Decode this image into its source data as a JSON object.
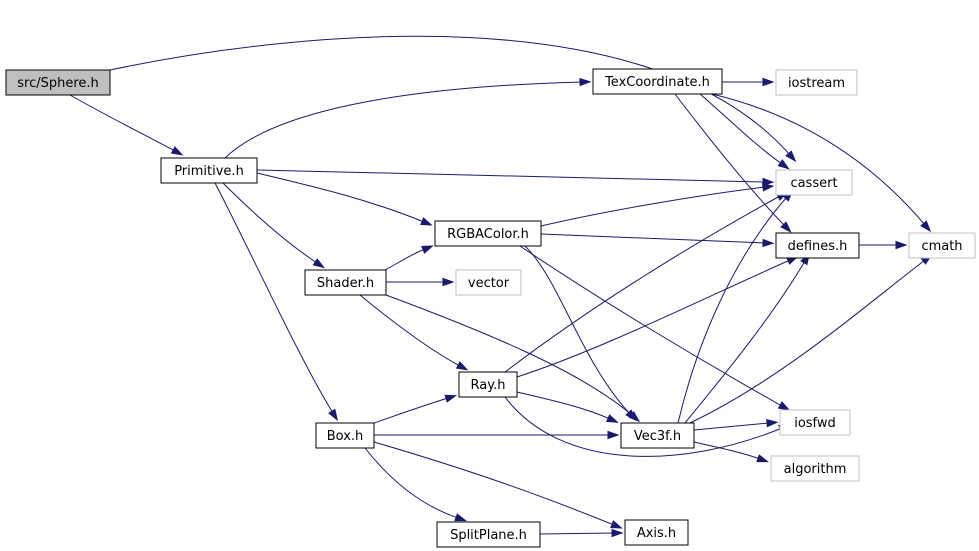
{
  "graph": {
    "nodes": {
      "sphere": {
        "label": "src/Sphere.h",
        "style": "root"
      },
      "texcoord": {
        "label": "TexCoordinate.h",
        "style": "local"
      },
      "iostream": {
        "label": "iostream",
        "style": "system"
      },
      "primitive": {
        "label": "Primitive.h",
        "style": "local"
      },
      "cassert": {
        "label": "cassert",
        "style": "system"
      },
      "rgbacolor": {
        "label": "RGBAColor.h",
        "style": "local"
      },
      "defines": {
        "label": "defines.h",
        "style": "local"
      },
      "cmath": {
        "label": "cmath",
        "style": "system"
      },
      "shader": {
        "label": "Shader.h",
        "style": "local"
      },
      "vector": {
        "label": "vector",
        "style": "system"
      },
      "ray": {
        "label": "Ray.h",
        "style": "local"
      },
      "box": {
        "label": "Box.h",
        "style": "local"
      },
      "vec3f": {
        "label": "Vec3f.h",
        "style": "local"
      },
      "iosfwd": {
        "label": "iosfwd",
        "style": "system"
      },
      "algorithm": {
        "label": "algorithm",
        "style": "system"
      },
      "splitplane": {
        "label": "SplitPlane.h",
        "style": "local"
      },
      "axis": {
        "label": "Axis.h",
        "style": "local"
      }
    },
    "edges": [
      [
        "sphere",
        "cassert"
      ],
      [
        "sphere",
        "primitive"
      ],
      [
        "primitive",
        "texcoord"
      ],
      [
        "primitive",
        "cassert"
      ],
      [
        "primitive",
        "rgbacolor"
      ],
      [
        "primitive",
        "shader"
      ],
      [
        "primitive",
        "box"
      ],
      [
        "texcoord",
        "iostream"
      ],
      [
        "texcoord",
        "cassert"
      ],
      [
        "texcoord",
        "defines"
      ],
      [
        "texcoord",
        "cmath"
      ],
      [
        "rgbacolor",
        "cassert"
      ],
      [
        "rgbacolor",
        "defines"
      ],
      [
        "rgbacolor",
        "vec3f"
      ],
      [
        "rgbacolor",
        "iosfwd"
      ],
      [
        "defines",
        "cmath"
      ],
      [
        "shader",
        "rgbacolor"
      ],
      [
        "shader",
        "vector"
      ],
      [
        "shader",
        "ray"
      ],
      [
        "shader",
        "vec3f"
      ],
      [
        "ray",
        "cassert"
      ],
      [
        "ray",
        "defines"
      ],
      [
        "ray",
        "vec3f"
      ],
      [
        "ray",
        "iosfwd"
      ],
      [
        "box",
        "ray"
      ],
      [
        "box",
        "vec3f"
      ],
      [
        "box",
        "splitplane"
      ],
      [
        "box",
        "axis"
      ],
      [
        "vec3f",
        "cassert"
      ],
      [
        "vec3f",
        "defines"
      ],
      [
        "vec3f",
        "cmath"
      ],
      [
        "vec3f",
        "iosfwd"
      ],
      [
        "vec3f",
        "algorithm"
      ],
      [
        "splitplane",
        "axis"
      ]
    ]
  },
  "colors": {
    "edge": "#191970",
    "root_fill": "#bfbfbf",
    "local_fill": "#ffffff",
    "local_border": "#000000",
    "system_border": "#bfbfbf",
    "text": "#000000"
  }
}
